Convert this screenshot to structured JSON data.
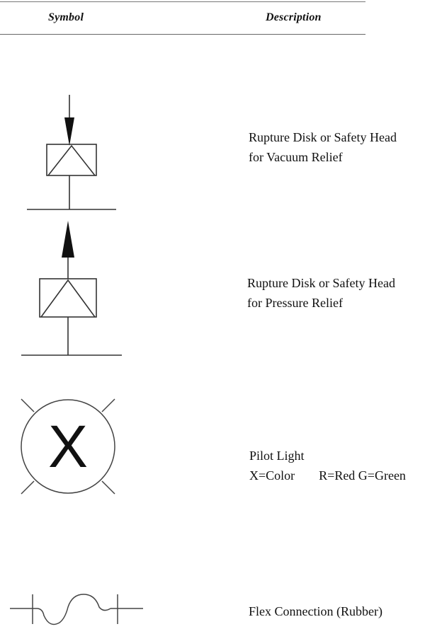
{
  "header": {
    "symbol_label": "Symbol",
    "description_label": "Description"
  },
  "rows": [
    {
      "symbol_icon": "rupture-disk-vacuum-relief-icon",
      "description_lines": [
        "Rupture Disk or Safety Head",
        "for Vacuum Relief"
      ]
    },
    {
      "symbol_icon": "rupture-disk-pressure-relief-icon",
      "description_lines": [
        "Rupture Disk or Safety Head",
        "for Pressure Relief"
      ]
    },
    {
      "symbol_icon": "pilot-light-icon",
      "symbol_letter": "X",
      "description_lines": [
        "Pilot Light",
        "X=Color",
        "R=Red  G=Green"
      ]
    },
    {
      "symbol_icon": "flex-connection-rubber-icon",
      "description_lines": [
        "Flex Connection (Rubber)"
      ]
    }
  ]
}
